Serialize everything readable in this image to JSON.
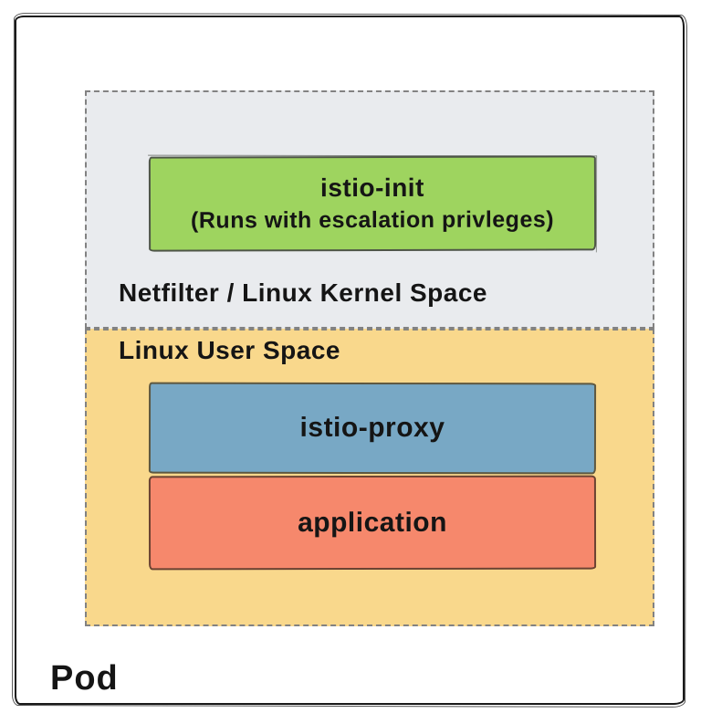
{
  "diagram": {
    "pod": {
      "label": "Pod"
    },
    "kernel_space": {
      "label": "Netfilter / Linux Kernel Space"
    },
    "user_space": {
      "label": "Linux User Space"
    },
    "istio_init": {
      "title": "istio-init",
      "subtitle": "(Runs with escalation privleges)"
    },
    "istio_proxy": {
      "label": "istio-proxy"
    },
    "application": {
      "label": "application"
    }
  },
  "colors": {
    "kernel_region_bg": "#e9ebee",
    "user_region_bg": "#f9d88c",
    "istio_init_bg": "#9ed45f",
    "istio_proxy_bg": "#78a8c5",
    "application_bg": "#f6886c",
    "pod_border": "#1a1a1a",
    "dashed_border": "#828282",
    "text": "#151515"
  }
}
